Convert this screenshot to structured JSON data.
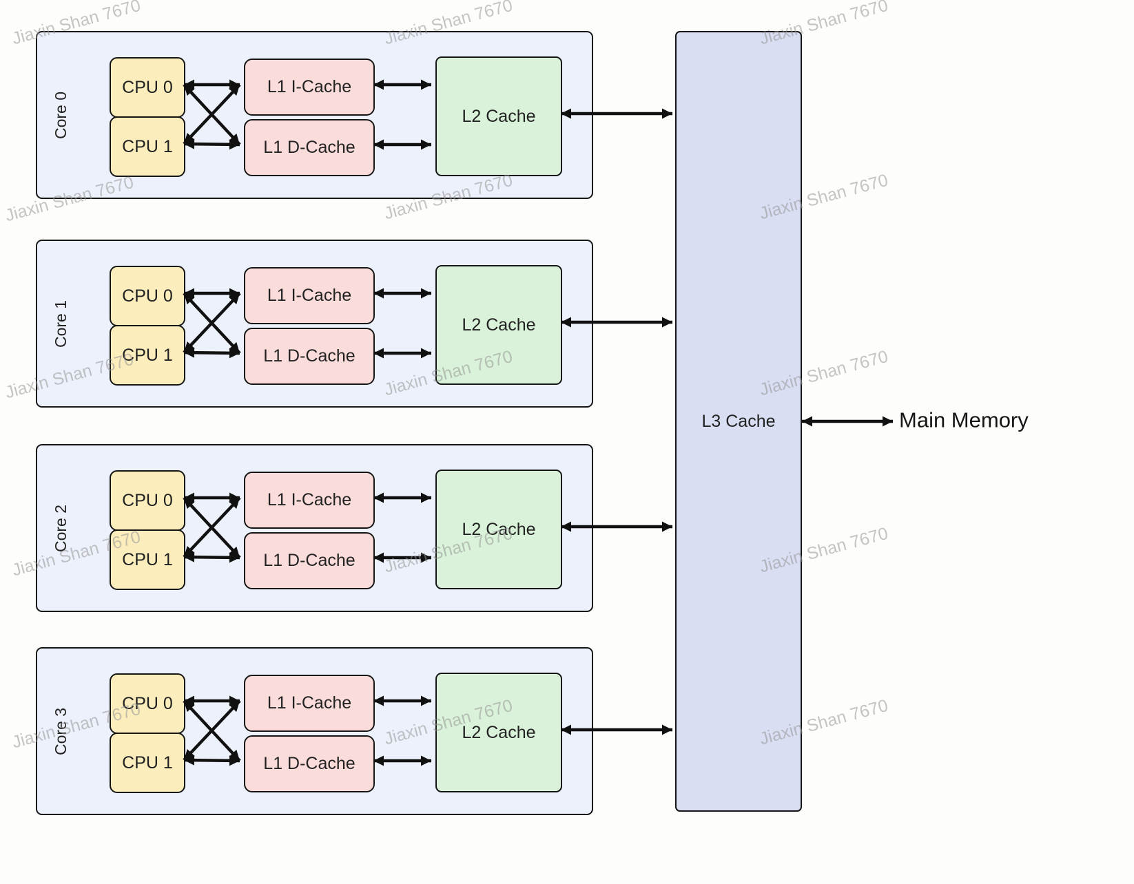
{
  "watermark": "Jiaxin Shan 7670",
  "cores": [
    {
      "label": "Core 0",
      "cpu0": "CPU 0",
      "cpu1": "CPU 1",
      "l1i": "L1 I-Cache",
      "l1d": "L1 D-Cache",
      "l2": "L2 Cache"
    },
    {
      "label": "Core 1",
      "cpu0": "CPU 0",
      "cpu1": "CPU 1",
      "l1i": "L1 I-Cache",
      "l1d": "L1 D-Cache",
      "l2": "L2 Cache"
    },
    {
      "label": "Core 2",
      "cpu0": "CPU 0",
      "cpu1": "CPU 1",
      "l1i": "L1 I-Cache",
      "l1d": "L1 D-Cache",
      "l2": "L2 Cache"
    },
    {
      "label": "Core 3",
      "cpu0": "CPU 0",
      "cpu1": "CPU 1",
      "l1i": "L1 I-Cache",
      "l1d": "L1 D-Cache",
      "l2": "L2 Cache"
    }
  ],
  "l3_label": "L3 Cache",
  "main_memory_label": "Main Memory",
  "colors": {
    "core_bg": "#edf1fb",
    "cpu_bg": "#fbeebc",
    "l1_bg": "#fadcda",
    "l2_bg": "#d9f2d9",
    "l3_bg": "#d9def2",
    "arrow": "#111111",
    "watermark": "#969696"
  }
}
